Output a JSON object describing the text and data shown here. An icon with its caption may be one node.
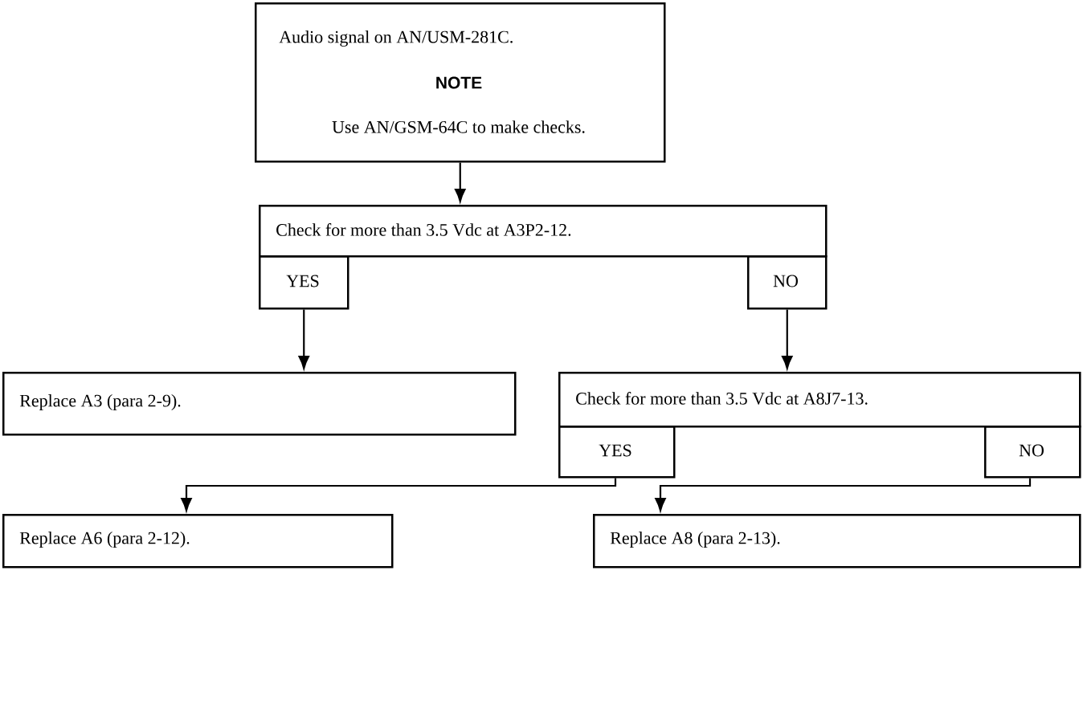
{
  "diagram": {
    "nodes": [
      {
        "text": [
          "Audio signal on AN/USM-281C.",
          "NOTE",
          "Use AN/GSM-64C to make checks."
        ]
      },
      {
        "text": [
          "Check for more than 3.5 Vdc at A3P2-12."
        ]
      },
      {
        "text": [
          "YES"
        ]
      },
      {
        "text": [
          "NO"
        ]
      },
      {
        "text": [
          "Replace A3 (para 2-9)."
        ]
      },
      {
        "text": [
          "Check for more than 3.5 Vdc at A8J7-13."
        ]
      },
      {
        "text": [
          "YES"
        ]
      },
      {
        "text": [
          "NO"
        ]
      },
      {
        "text": [
          "Replace A6 (para 2-12)."
        ]
      },
      {
        "text": [
          "Replace A8 (para 2-13)."
        ]
      }
    ],
    "edges": [
      {
        "from": 0,
        "to": 1,
        "arrow": "to"
      },
      {
        "from": 2,
        "to": 4,
        "arrow": "to"
      },
      {
        "from": 3,
        "to": 5,
        "arrow": "to"
      },
      {
        "from": 6,
        "to": 8,
        "arrow": "to"
      },
      {
        "from": 7,
        "to": 9,
        "arrow": "to"
      }
    ]
  }
}
